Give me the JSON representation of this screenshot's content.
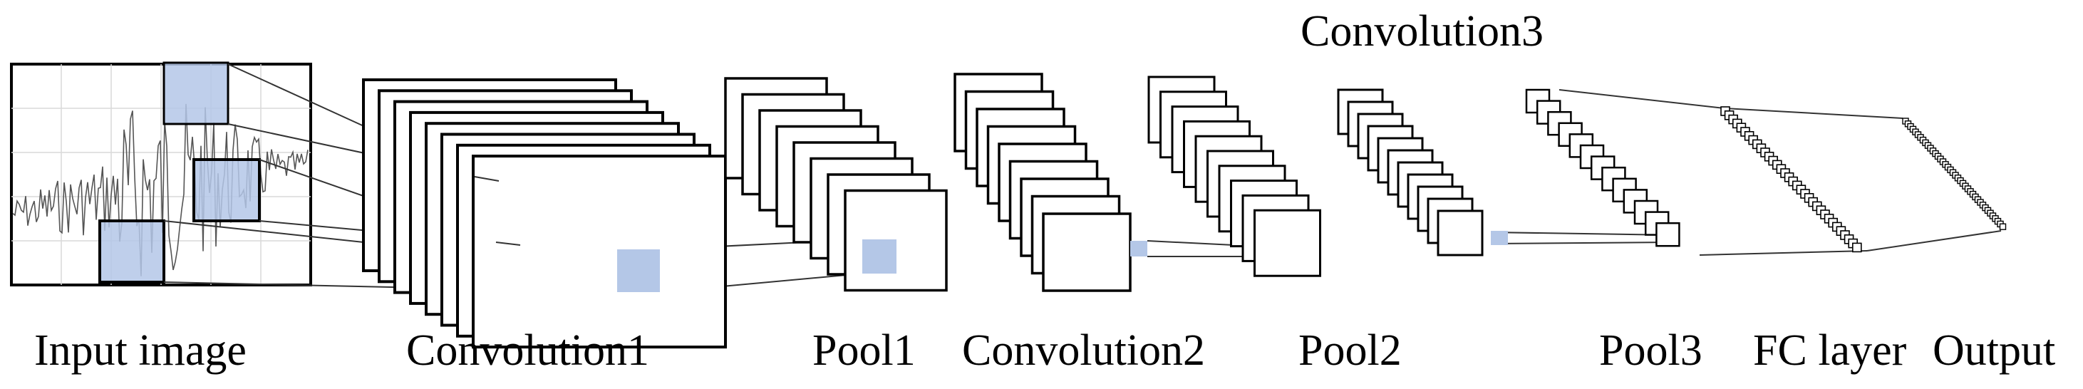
{
  "labels": {
    "input": "Input image",
    "conv1": "Convolution1",
    "pool1": "Pool1",
    "conv2": "Convolution2",
    "pool2": "Pool2",
    "conv3": "Convolution3",
    "pool3": "Pool3",
    "fc": "FC layer",
    "output": "Output"
  },
  "colors": {
    "highlight": "#b4c7e7",
    "stroke": "#000000",
    "grid": "#d9d9d9",
    "signal": "#555555"
  }
}
